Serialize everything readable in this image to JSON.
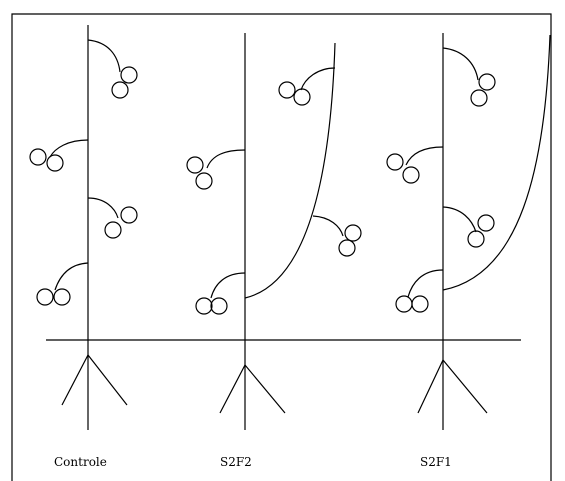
{
  "labels": [
    "Controle",
    "S2F2",
    "S2F1"
  ],
  "colors": {
    "stroke": "#000000",
    "background": "#ffffff"
  }
}
